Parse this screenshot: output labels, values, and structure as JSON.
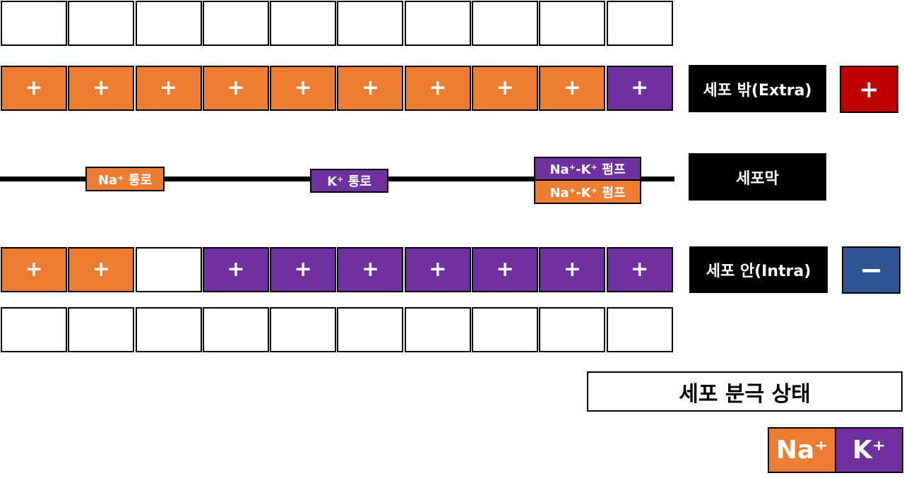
{
  "colors": {
    "sodium": "#ED7D31",
    "potassium": "#7030A0",
    "positive": "#C00000",
    "negative": "#2F5597",
    "label_bg": "#000000"
  },
  "ions": {
    "plus_symbol": "+"
  },
  "rows": {
    "outer_top": [
      "empty",
      "empty",
      "empty",
      "empty",
      "empty",
      "empty",
      "empty",
      "empty",
      "empty",
      "empty"
    ],
    "extracellular": [
      "na",
      "na",
      "na",
      "na",
      "na",
      "na",
      "na",
      "na",
      "na",
      "k"
    ],
    "intracellular": [
      "na",
      "na",
      "empty",
      "k",
      "k",
      "k",
      "k",
      "k",
      "k",
      "k"
    ],
    "outer_bottom": [
      "empty",
      "empty",
      "empty",
      "empty",
      "empty",
      "empty",
      "empty",
      "empty",
      "empty",
      "empty"
    ]
  },
  "membrane": {
    "na_channel": "Na⁺ 통로",
    "k_channel": "K⁺ 통로",
    "pump_top": "Na⁺-K⁺ 펌프",
    "pump_bottom": "Na⁺-K⁺ 펌프"
  },
  "labels": {
    "extra": "세포 밖(Extra)",
    "membrane": "세포막",
    "intra": "세포 안(Intra)",
    "plus_sign": "+",
    "minus_sign": "−"
  },
  "title": "세포 분극 상태",
  "legend": {
    "na": "Na⁺",
    "k": "K⁺"
  }
}
